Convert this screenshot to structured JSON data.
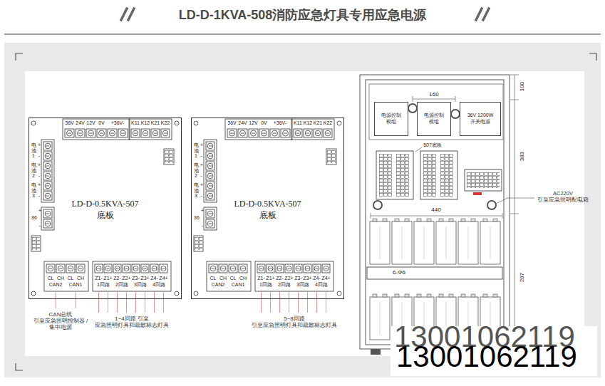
{
  "diagram": {
    "title": "LD-D-1KVA-508消防应急灯具专用应急电源",
    "nodes": [
      {
        "text": [
          "LD-D-0.5KVA-507",
          "底板"
        ]
      },
      {
        "text": [
          "LD-D-0.5KVA-507",
          "底板"
        ]
      },
      {
        "text": [
          "电源控制 模组"
        ]
      },
      {
        "text": [
          "电源控制 模组"
        ]
      },
      {
        "text": [
          "36V 1200W 开关电源"
        ]
      }
    ],
    "labels": [
      "36V",
      "24V",
      "12V",
      "0V",
      "+36V-",
      "K11",
      "K12",
      "K21",
      "K22",
      "+",
      "电池1",
      "-",
      "+",
      "电池2",
      "-",
      "+",
      "电池3",
      "-",
      "+",
      "36",
      "-",
      "CL",
      "CH",
      "CL",
      "CH",
      "CAN2",
      "CAN1",
      "Z1-",
      "Z1+",
      "Z2-",
      "Z2+",
      "Z3-",
      "Z3+",
      "Z4-",
      "Z4+",
      "1回路",
      "2回路",
      "3回路",
      "4回路",
      "CAN总线 引至应急照明控制器 /集中电源",
      "1~4回路 引至 应急照明灯具和疏散标志灯具",
      "36V",
      "24V",
      "12V",
      "0V",
      "+36V-",
      "K11",
      "K12",
      "K21",
      "K22",
      "+",
      "电池1",
      "-",
      "+",
      "电池2",
      "-",
      "+",
      "电池3",
      "-",
      "+",
      "36",
      "-",
      "CL",
      "CH",
      "CL",
      "CH",
      "CAN2",
      "CAN1",
      "Z1-",
      "Z1+",
      "Z2-",
      "Z2+",
      "Z3-",
      "Z3+",
      "Z4-",
      "Z4+",
      "1回路",
      "2回路",
      "3回路",
      "4回路",
      "5~8回路 引至应急照明灯具和疏散标志灯具",
      "160",
      "100",
      "383",
      "507底板",
      "440",
      "6-Φ6",
      "287",
      "AC220V 引至应急照明配电箱",
      "13001062119",
      "13001062119"
    ]
  }
}
